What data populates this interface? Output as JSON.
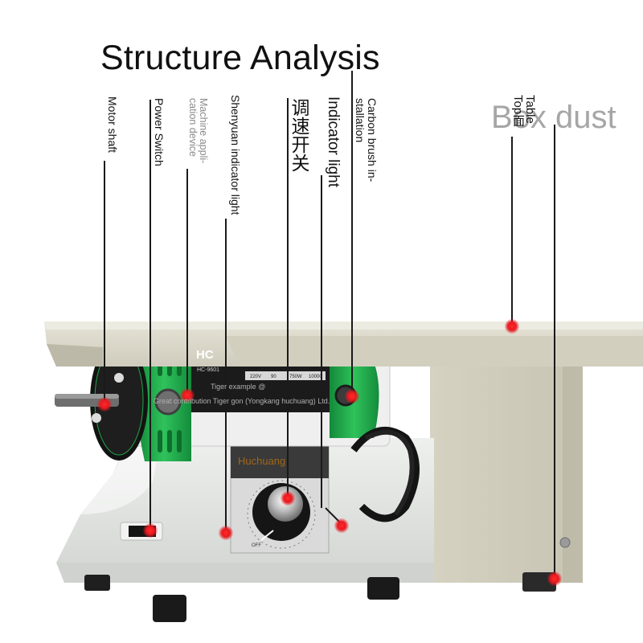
{
  "title": "Structure Analysis",
  "callouts": {
    "motor_shaft": "Motor shaft",
    "power_switch": "Power Switch",
    "machine_application_device": "Machine appli-\ncation device",
    "shenyuan_indicator_light": "Shenyuan indicator light",
    "speed_switch": "调速开关",
    "indicator_light": "Indicator light",
    "carbon_brush_installation": "Carbon brush in-\nstallation",
    "table_top": "Table\nTop面",
    "box_dust": "Box dust"
  },
  "machine_text": {
    "brand": "Huchuang",
    "watermark_line1": "Tiger example @",
    "watermark_line2": "Great contribution Tiger gon (Yongkang huchuang) Ltd.",
    "model": "HC-9601",
    "logo": "HC",
    "specs": [
      "220V",
      "90",
      "750W",
      "10000"
    ],
    "knob_off": "OFF"
  },
  "colors": {
    "marker": "#e8191f",
    "motor_green": "#1fa64a",
    "table_beige": "#d9d6c8",
    "base_gray": "#e5e7e5"
  }
}
